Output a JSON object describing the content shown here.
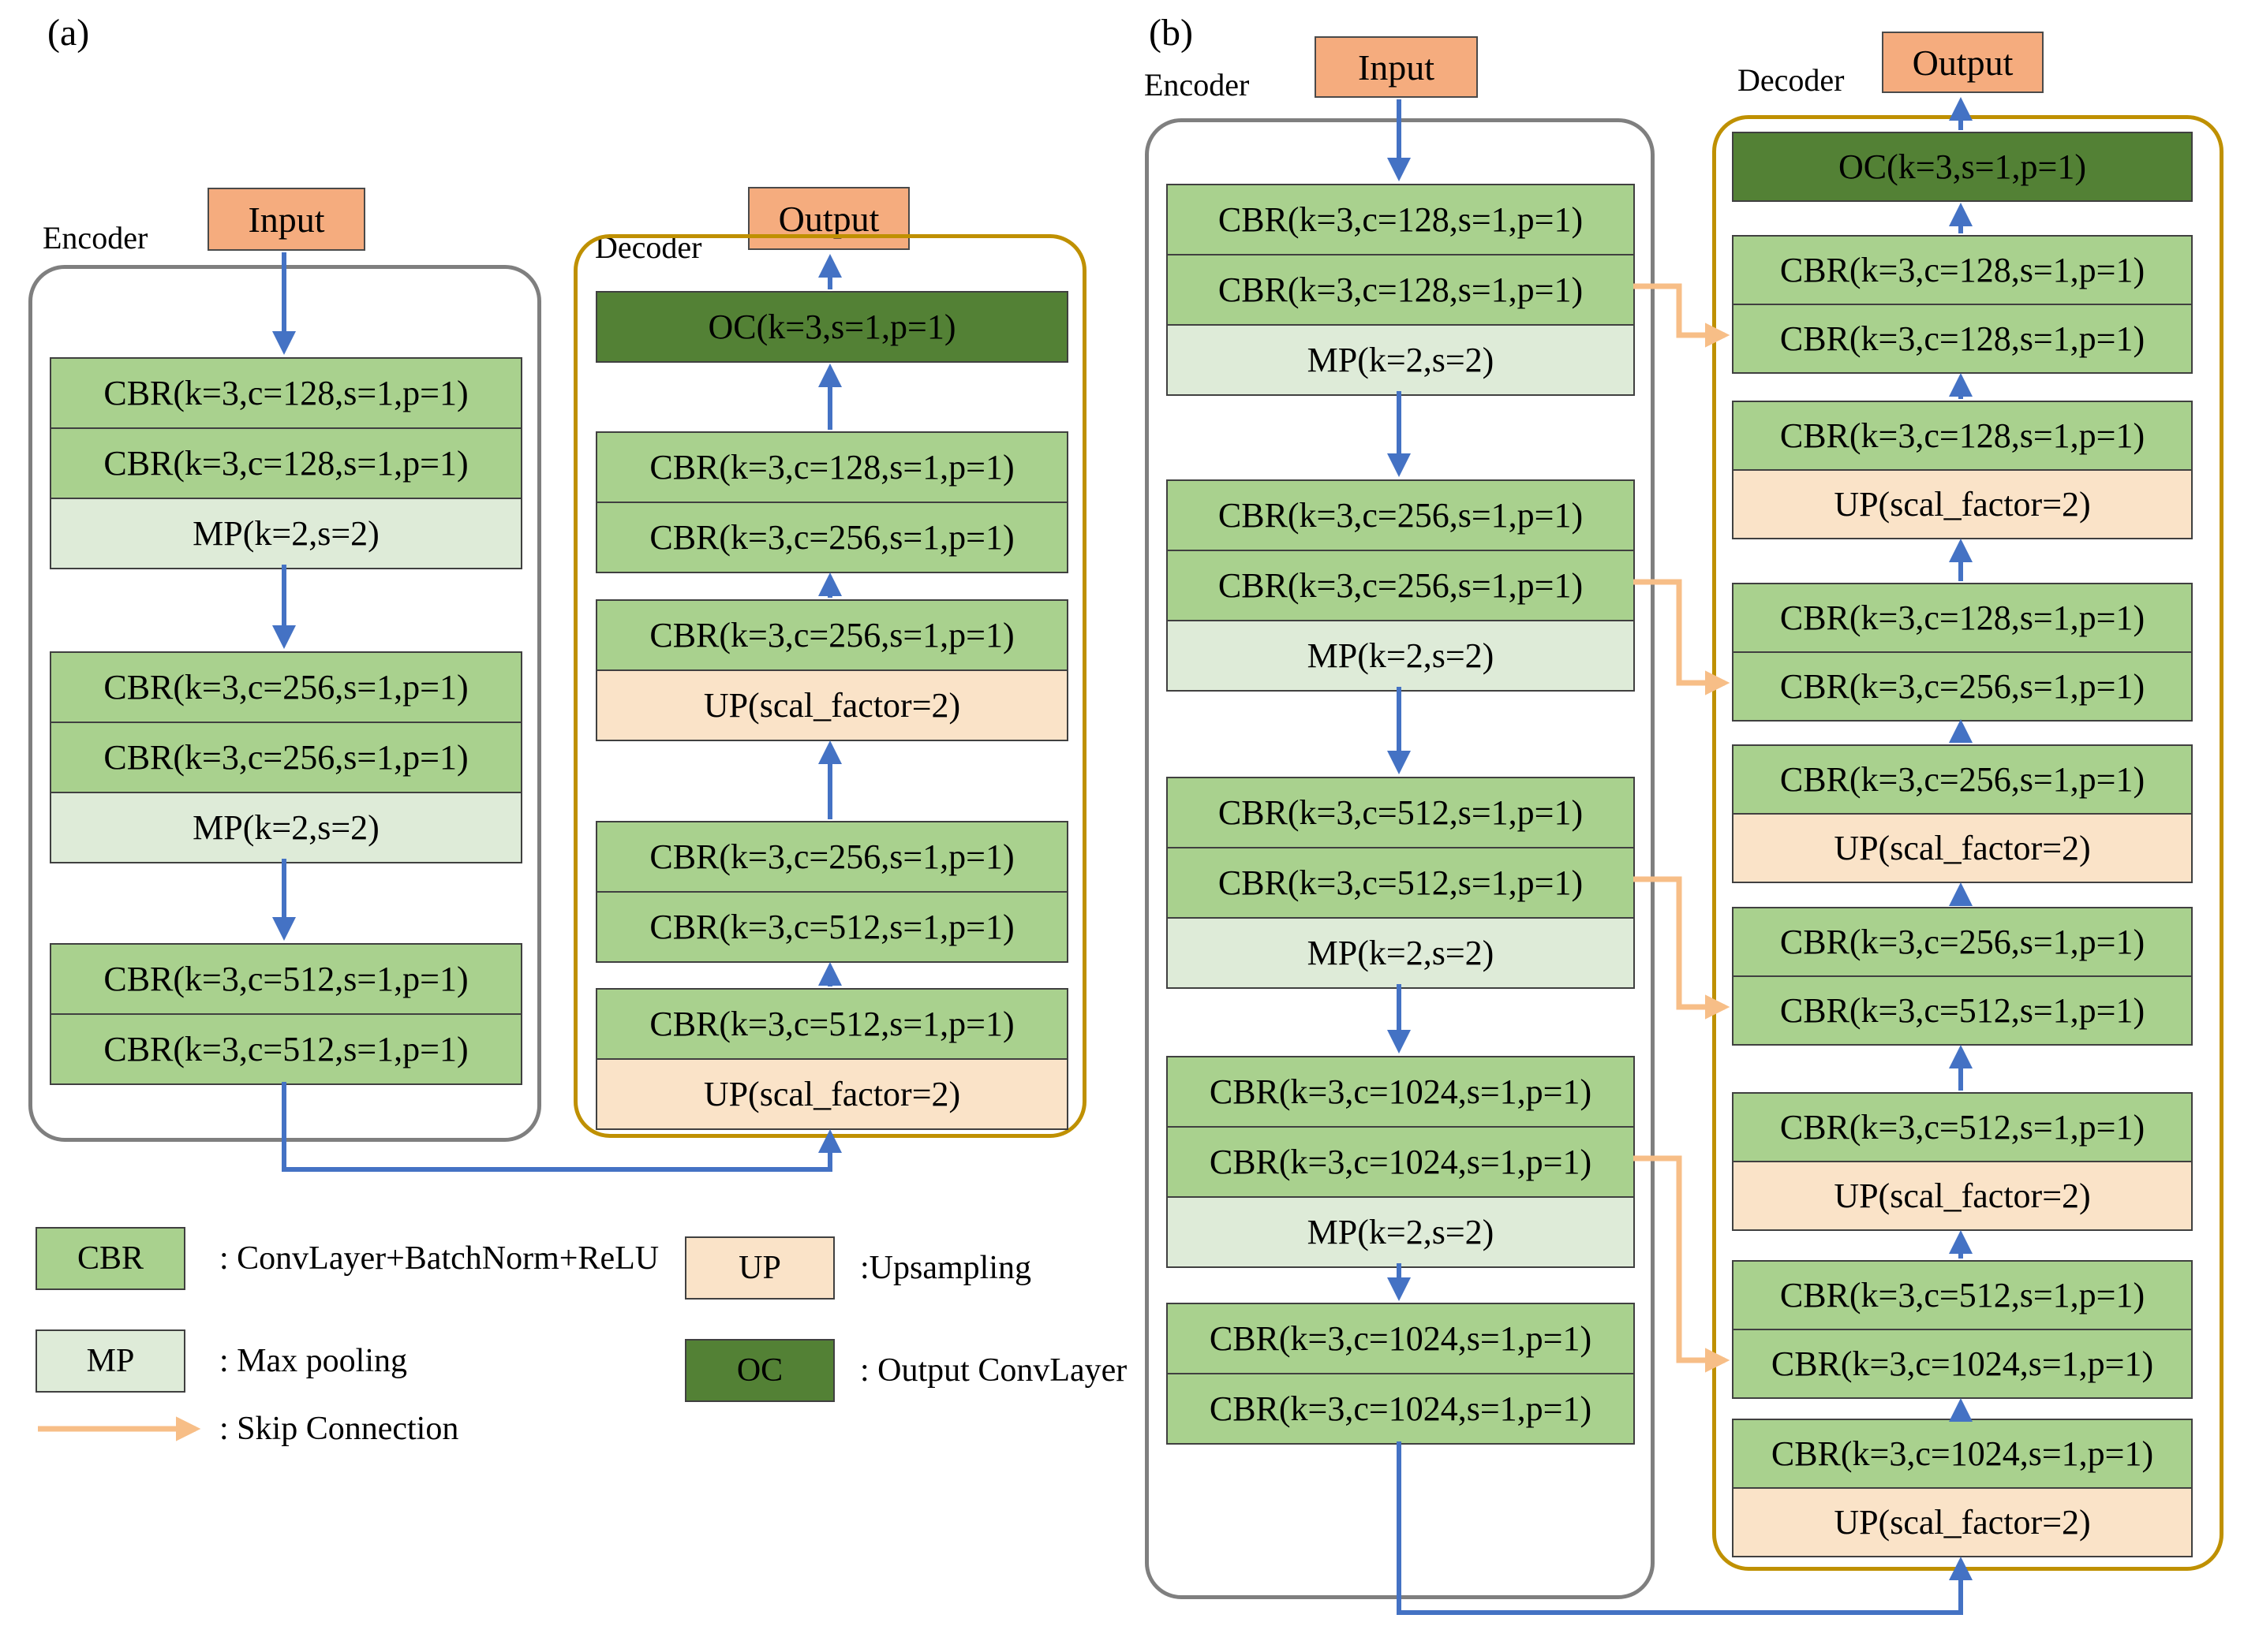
{
  "colors": {
    "cbr": "#A9D18E",
    "mp": "#DEEBD8",
    "up": "#FAE3C8",
    "oc": "#538135",
    "io": "#F5AC7E",
    "blue": "#4472C4",
    "skip": "#F7BE87",
    "encoder-border": "#7F7F7F",
    "decoder-border": "#BF9000",
    "block-border": "#404040",
    "text": "#000000"
  },
  "panel_a": {
    "label": "(a)",
    "encoder_label": "Encoder",
    "decoder_label": "Decoder",
    "input_label": "Input",
    "output_label": "Output",
    "encoder_groups": [
      {
        "rows": [
          {
            "text": "CBR(k=3,c=128,s=1,p=1)"
          },
          {
            "text": "CBR(k=3,c=128,s=1,p=1)"
          },
          {
            "text": "MP(k=2,s=2)"
          }
        ]
      },
      {
        "rows": [
          {
            "text": "CBR(k=3,c=256,s=1,p=1)"
          },
          {
            "text": "CBR(k=3,c=256,s=1,p=1)"
          },
          {
            "text": "MP(k=2,s=2)"
          }
        ]
      },
      {
        "rows": [
          {
            "text": "CBR(k=3,c=512,s=1,p=1)"
          },
          {
            "text": "CBR(k=3,c=512,s=1,p=1)"
          }
        ]
      }
    ],
    "decoder_groups": [
      {
        "rows": [
          {
            "text": "OC(k=3,s=1,p=1)"
          }
        ]
      },
      {
        "rows": [
          {
            "text": "CBR(k=3,c=128,s=1,p=1)"
          },
          {
            "text": "CBR(k=3,c=256,s=1,p=1)"
          }
        ]
      },
      {
        "rows": [
          {
            "text": "CBR(k=3,c=256,s=1,p=1)"
          },
          {
            "text": "UP(scal_factor=2)"
          }
        ]
      },
      {
        "rows": [
          {
            "text": "CBR(k=3,c=256,s=1,p=1)"
          },
          {
            "text": "CBR(k=3,c=512,s=1,p=1)"
          }
        ]
      },
      {
        "rows": [
          {
            "text": "CBR(k=3,c=512,s=1,p=1)"
          },
          {
            "text": "UP(scal_factor=2)"
          }
        ]
      }
    ]
  },
  "panel_b": {
    "label": "(b)",
    "encoder_label": "Encoder",
    "decoder_label": "Decoder",
    "input_label": "Input",
    "output_label": "Output",
    "encoder_groups": [
      {
        "rows": [
          {
            "text": "CBR(k=3,c=128,s=1,p=1)"
          },
          {
            "text": "CBR(k=3,c=128,s=1,p=1)"
          },
          {
            "text": "MP(k=2,s=2)"
          }
        ]
      },
      {
        "rows": [
          {
            "text": "CBR(k=3,c=256,s=1,p=1)"
          },
          {
            "text": "CBR(k=3,c=256,s=1,p=1)"
          },
          {
            "text": "MP(k=2,s=2)"
          }
        ]
      },
      {
        "rows": [
          {
            "text": "CBR(k=3,c=512,s=1,p=1)"
          },
          {
            "text": "CBR(k=3,c=512,s=1,p=1)"
          },
          {
            "text": "MP(k=2,s=2)"
          }
        ]
      },
      {
        "rows": [
          {
            "text": "CBR(k=3,c=1024,s=1,p=1)"
          },
          {
            "text": "CBR(k=3,c=1024,s=1,p=1)"
          },
          {
            "text": "MP(k=2,s=2)"
          }
        ]
      },
      {
        "rows": [
          {
            "text": "CBR(k=3,c=1024,s=1,p=1)"
          },
          {
            "text": "CBR(k=3,c=1024,s=1,p=1)"
          }
        ]
      }
    ],
    "decoder_groups": [
      {
        "rows": [
          {
            "text": "OC(k=3,s=1,p=1)"
          }
        ]
      },
      {
        "rows": [
          {
            "text": "CBR(k=3,c=128,s=1,p=1)"
          },
          {
            "text": "CBR(k=3,c=128,s=1,p=1)"
          }
        ]
      },
      {
        "rows": [
          {
            "text": "CBR(k=3,c=128,s=1,p=1)"
          },
          {
            "text": "UP(scal_factor=2)"
          }
        ]
      },
      {
        "rows": [
          {
            "text": "CBR(k=3,c=128,s=1,p=1)"
          },
          {
            "text": "CBR(k=3,c=256,s=1,p=1)"
          }
        ]
      },
      {
        "rows": [
          {
            "text": "CBR(k=3,c=256,s=1,p=1)"
          },
          {
            "text": "UP(scal_factor=2)"
          }
        ]
      },
      {
        "rows": [
          {
            "text": "CBR(k=3,c=256,s=1,p=1)"
          },
          {
            "text": "CBR(k=3,c=512,s=1,p=1)"
          }
        ]
      },
      {
        "rows": [
          {
            "text": "CBR(k=3,c=512,s=1,p=1)"
          },
          {
            "text": "UP(scal_factor=2)"
          }
        ]
      },
      {
        "rows": [
          {
            "text": "CBR(k=3,c=512,s=1,p=1)"
          },
          {
            "text": "CBR(k=3,c=1024,s=1,p=1)"
          }
        ]
      },
      {
        "rows": [
          {
            "text": "CBR(k=3,c=1024,s=1,p=1)"
          },
          {
            "text": "UP(scal_factor=2)"
          }
        ]
      }
    ]
  },
  "legend": {
    "cbr": {
      "key": "CBR",
      "desc": ": ConvLayer+BatchNorm+ReLU"
    },
    "mp": {
      "key": "MP",
      "desc": ": Max pooling"
    },
    "up": {
      "key": "UP",
      "desc": ":Upsampling"
    },
    "oc": {
      "key": "OC",
      "desc": ": Output ConvLayer"
    },
    "skip": {
      "desc": ": Skip Connection"
    }
  }
}
